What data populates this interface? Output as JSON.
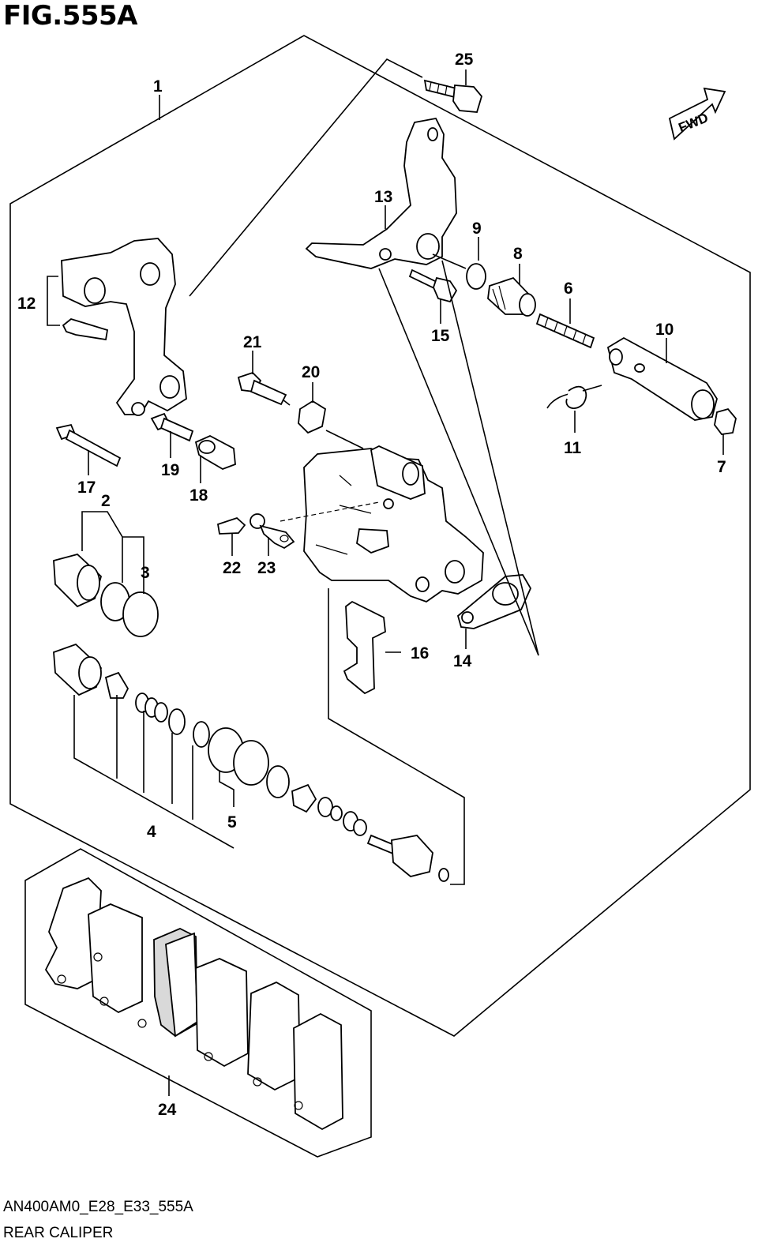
{
  "figure": {
    "title": "FIG.555A"
  },
  "orientation": {
    "arrow_label": "FWD"
  },
  "callouts": [
    {
      "id": "1",
      "label": "1"
    },
    {
      "id": "2",
      "label": "2"
    },
    {
      "id": "3",
      "label": "3"
    },
    {
      "id": "4",
      "label": "4"
    },
    {
      "id": "5",
      "label": "5"
    },
    {
      "id": "6",
      "label": "6"
    },
    {
      "id": "7",
      "label": "7"
    },
    {
      "id": "8",
      "label": "8"
    },
    {
      "id": "9",
      "label": "9"
    },
    {
      "id": "10",
      "label": "10"
    },
    {
      "id": "11",
      "label": "11"
    },
    {
      "id": "12",
      "label": "12"
    },
    {
      "id": "13",
      "label": "13"
    },
    {
      "id": "14",
      "label": "14"
    },
    {
      "id": "15",
      "label": "15"
    },
    {
      "id": "16",
      "label": "16"
    },
    {
      "id": "17",
      "label": "17"
    },
    {
      "id": "18",
      "label": "18"
    },
    {
      "id": "19",
      "label": "19"
    },
    {
      "id": "20",
      "label": "20"
    },
    {
      "id": "21",
      "label": "21"
    },
    {
      "id": "22",
      "label": "22"
    },
    {
      "id": "23",
      "label": "23"
    },
    {
      "id": "24",
      "label": "24"
    },
    {
      "id": "25",
      "label": "25"
    }
  ],
  "footer": {
    "code": "AN400AM0_E28_E33_555A",
    "name": "REAR CALIPER"
  }
}
